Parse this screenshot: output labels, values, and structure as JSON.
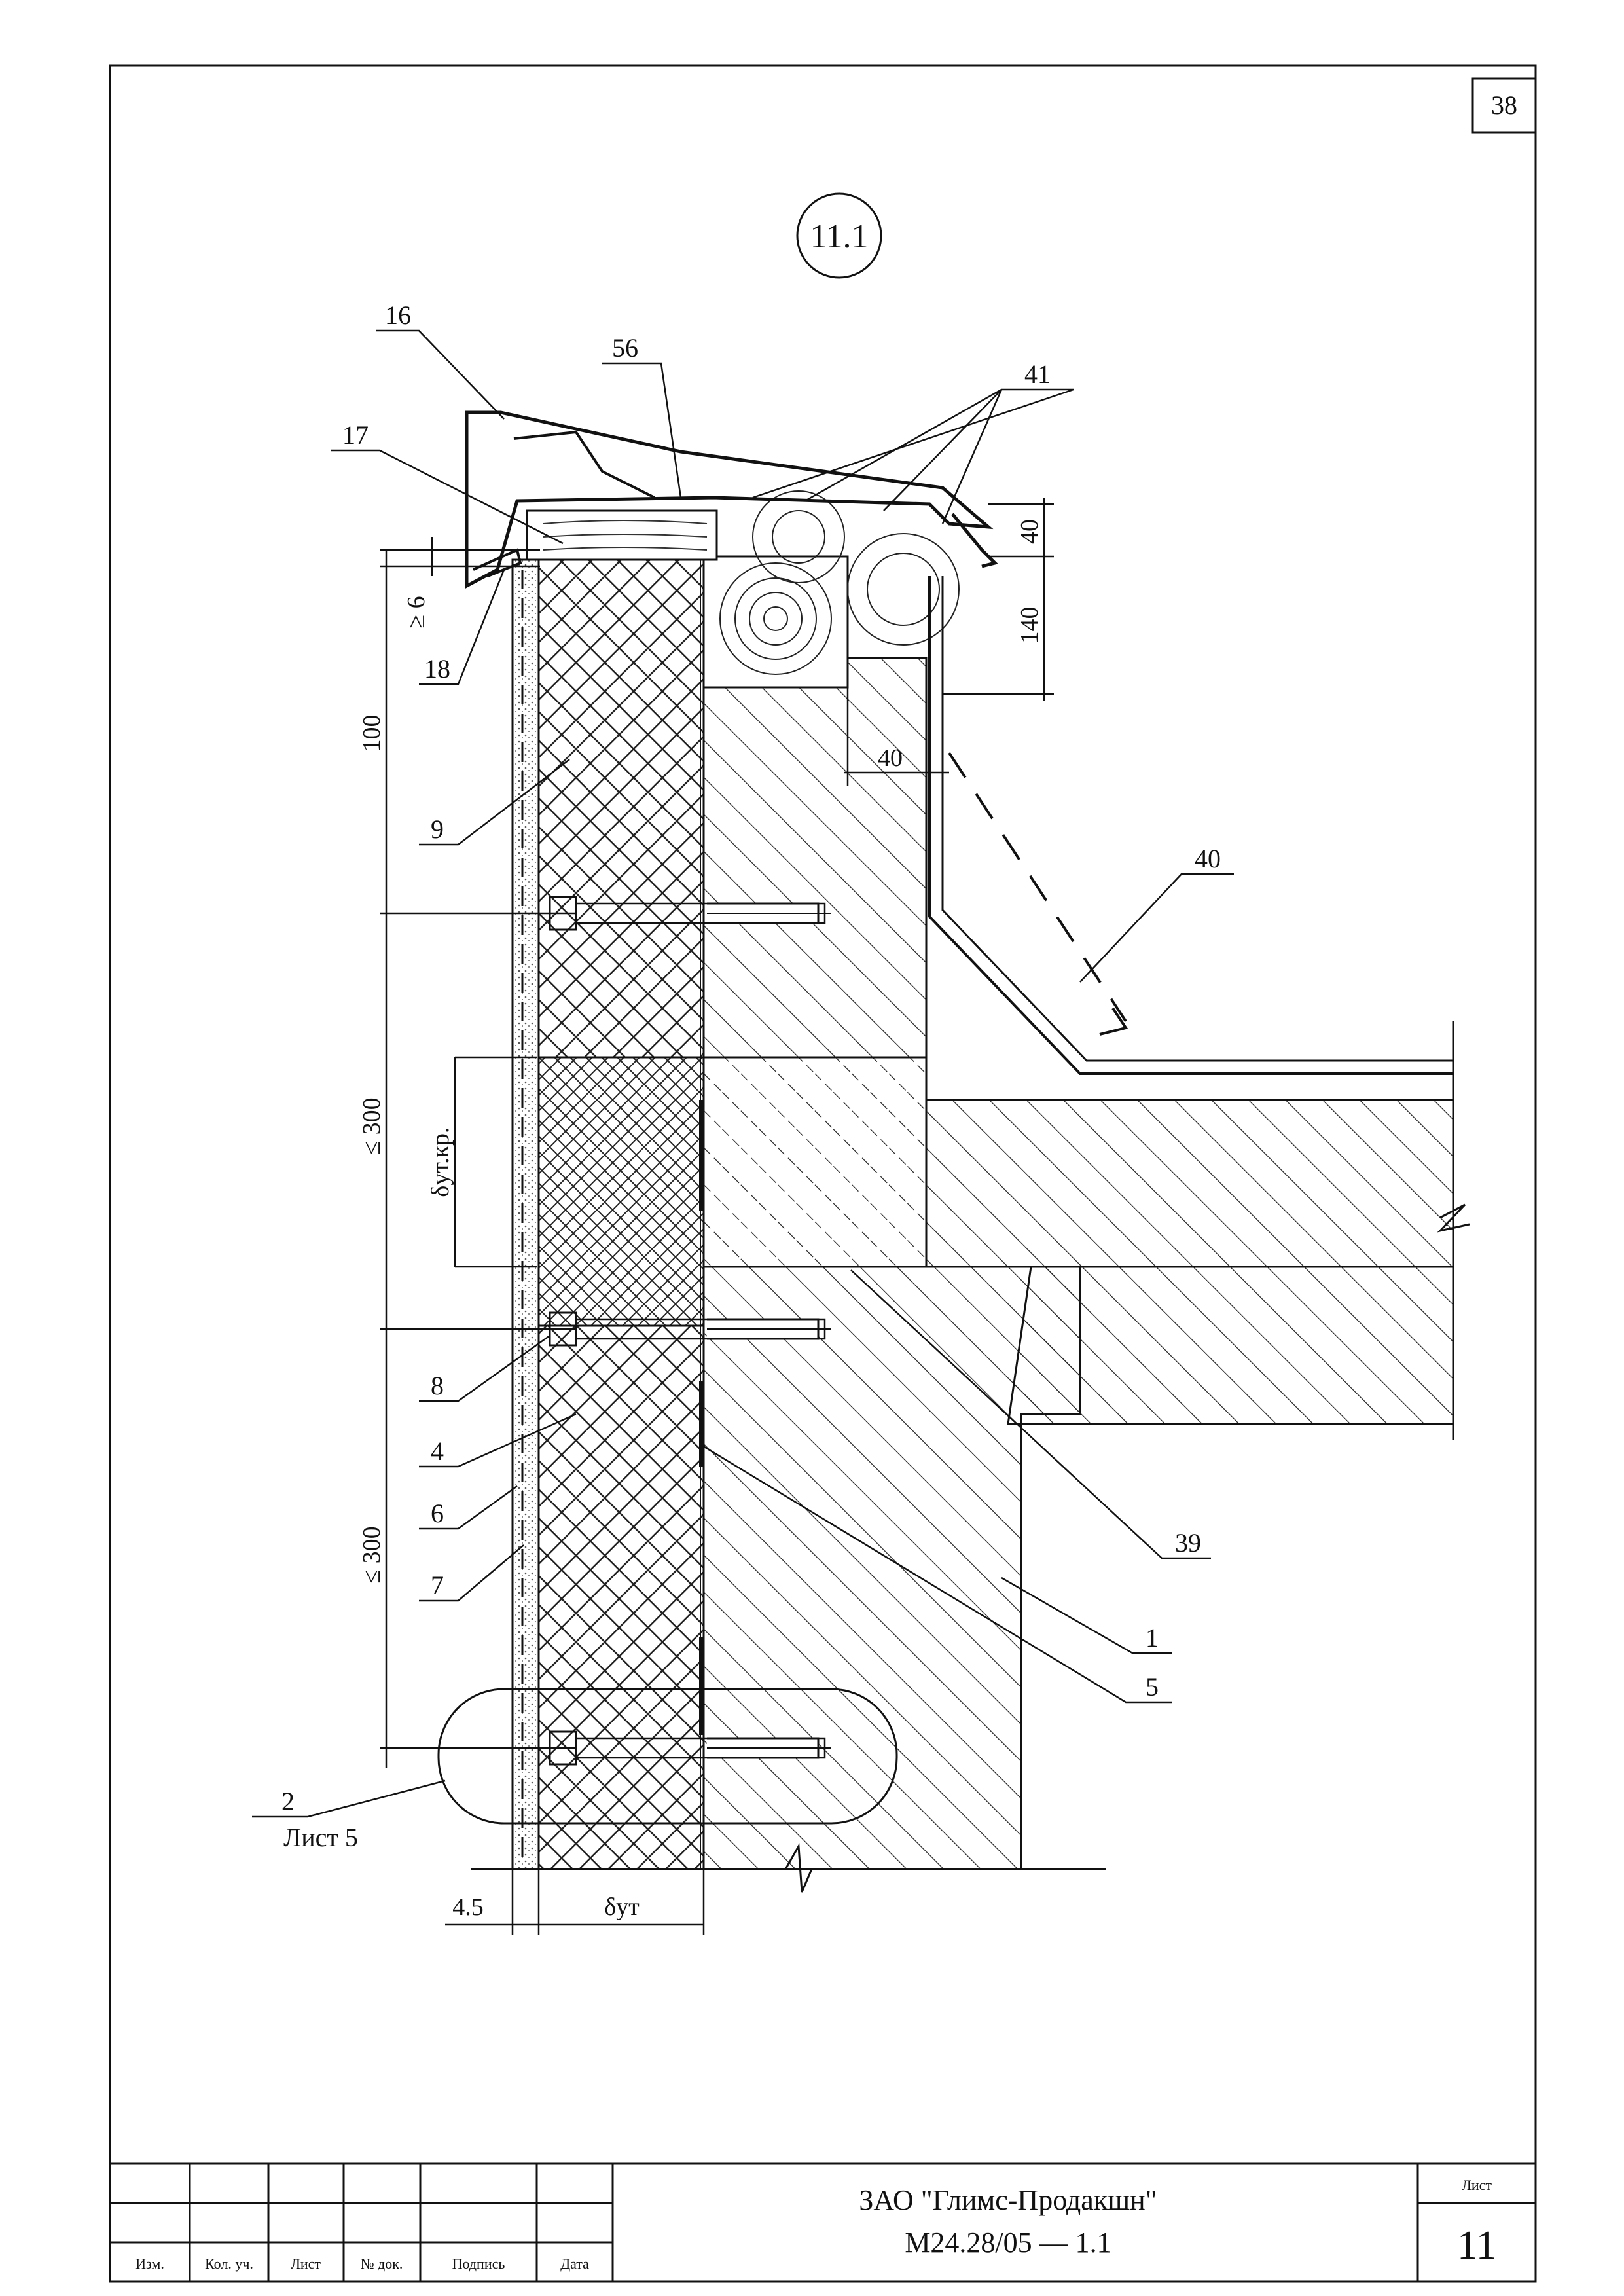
{
  "sheet_corner_number": "38",
  "detail_marker": "11.1",
  "callouts": {
    "c16": "16",
    "c56": "56",
    "c41": "41",
    "c17": "17",
    "c18": "18",
    "c9": "9",
    "c40": "40",
    "c8": "8",
    "c4": "4",
    "c6": "6",
    "c7": "7",
    "c39": "39",
    "c1": "1",
    "c5": "5",
    "ref_num": "2",
    "ref_sheet": "Лист 5"
  },
  "dimensions": {
    "d40_top": "40",
    "d140": "140",
    "d40_beam": "40",
    "gap_min": "≥ 6",
    "d100": "100",
    "d300_upper": "≤ 300",
    "d300_lower": "≤ 300",
    "delta_ut_kr": "δут.кр.",
    "d4_5": "4.5",
    "delta_ut": "δут"
  },
  "title_block": {
    "col_headers": [
      "Изм.",
      "Кол. уч.",
      "Лист",
      "№ док.",
      "Подпись",
      "Дата"
    ],
    "company": "ЗАО \"Глимс-Продакшн\"",
    "doc_code": "М24.28/05 — 1.1",
    "sheet_label": "Лист",
    "sheet_number": "11"
  }
}
